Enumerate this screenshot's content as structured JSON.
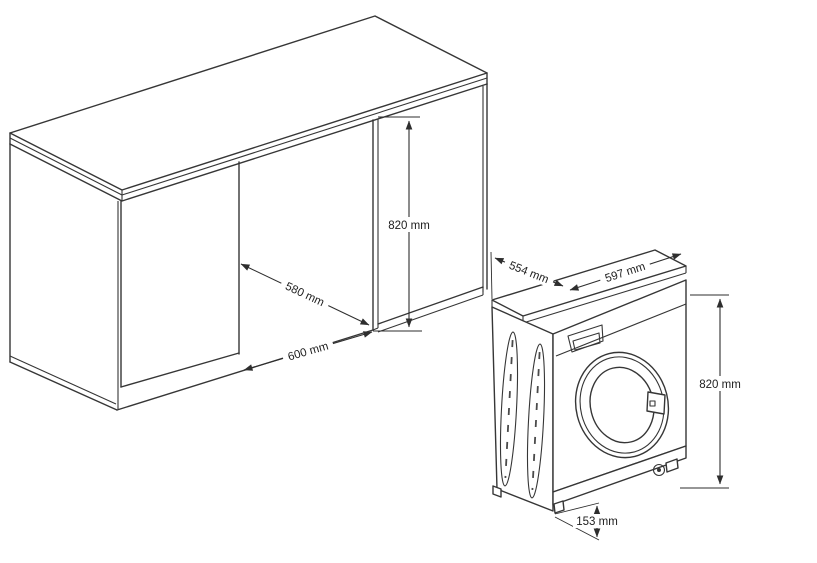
{
  "diagram": {
    "background": "#ffffff",
    "line_color": "#363636",
    "cabinet": {
      "dims": {
        "niche_height": "820 mm",
        "niche_depth": "580 mm",
        "niche_width": "600 mm"
      }
    },
    "machine": {
      "dims": {
        "depth": "554 mm",
        "width": "597 mm",
        "height": "820 mm",
        "base_height": "153 mm"
      }
    }
  }
}
